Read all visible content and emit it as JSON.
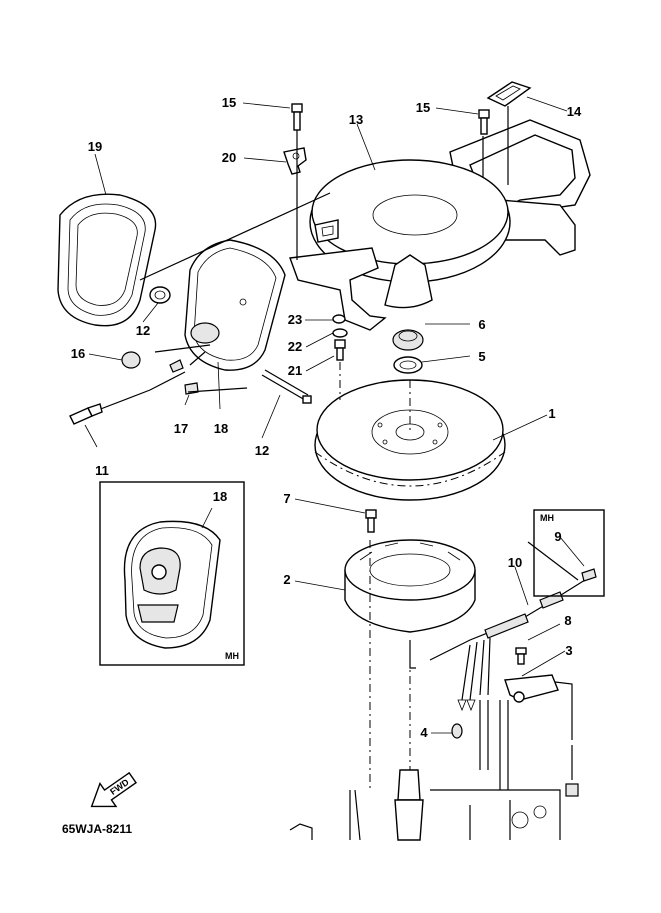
{
  "diagram": {
    "code": "65WJA-8211",
    "fwd_label": "FWD",
    "inset_main_label": "MH",
    "inset_small_label": "MH",
    "callouts": {
      "n1": "1",
      "n2": "2",
      "n3": "3",
      "n4": "4",
      "n5": "5",
      "n6": "6",
      "n7": "7",
      "n8": "8",
      "n9": "9",
      "n10": "10",
      "n11": "11",
      "n12a": "12",
      "n12b": "12",
      "n13": "13",
      "n14": "14",
      "n15a": "15",
      "n15b": "15",
      "n16": "16",
      "n17": "17",
      "n18a": "18",
      "n18b": "18",
      "n19": "19",
      "n20": "20",
      "n21": "21",
      "n22": "22",
      "n23": "23"
    }
  }
}
